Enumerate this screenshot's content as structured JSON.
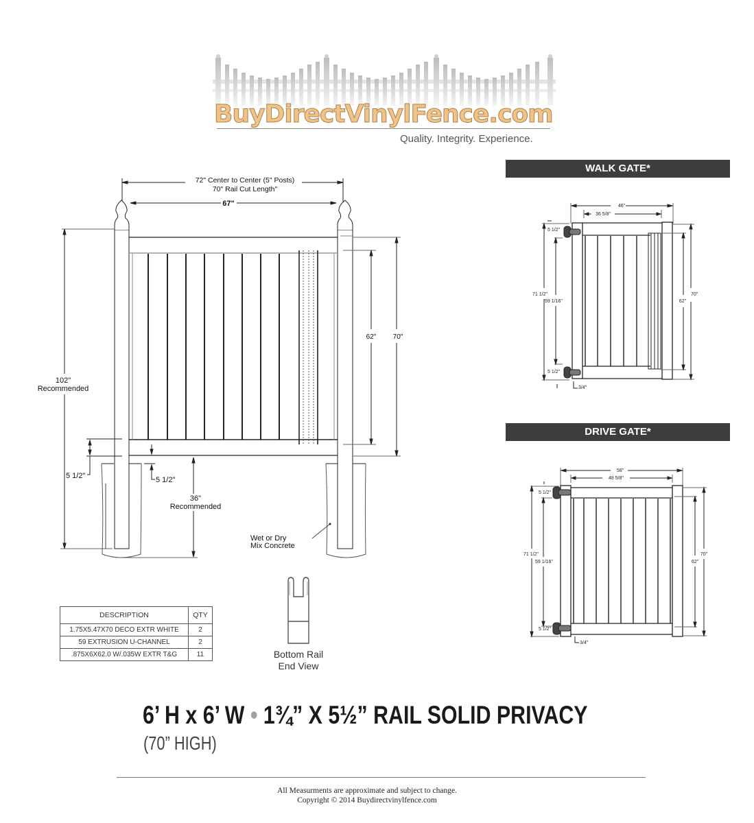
{
  "logo": {
    "brand": "BuyDirectVinylFence.com",
    "tagline": "Quality. Integrity. Experience."
  },
  "main_panel": {
    "center_to_center": "72\" Center to Center (5\" Posts)",
    "rail_cut_length": "70\" Rail Cut Length\"",
    "inner_width": "67\"",
    "post_height": "102\"",
    "post_height_note": "Recommended",
    "infill_height": "62\"",
    "panel_height": "70\"",
    "ground_gap": "5 1/2\"",
    "bottom_rail_gap": "5 1/2\"",
    "bury_depth": "36\"",
    "bury_depth_note": "Recommended",
    "concrete_label_line1": "Wet or Dry",
    "concrete_label_line2": "Mix Concrete"
  },
  "walk_gate": {
    "header": "WALK GATE*",
    "overall_width": "46\"",
    "inner_width": "36 5/8\"",
    "top_hinge_offset": "5 1/2\"",
    "bottom_hinge_offset": "5 1/2\"",
    "overall_height": "71 1/2\"",
    "hinge_span": "59 1/16\"",
    "panel_height": "70\"",
    "infill_height": "62\"",
    "ground_gap": "3/4\""
  },
  "drive_gate": {
    "header": "DRIVE GATE*",
    "overall_width": "58\"",
    "inner_width": "48 5/8\"",
    "top_hinge_offset": "5 1/2\"",
    "bottom_hinge_offset": "5 1/2\"",
    "overall_height": "71 1/2\"",
    "hinge_span": "59 1/16\"",
    "panel_height": "70\"",
    "infill_height": "62\"",
    "ground_gap": "3/4\""
  },
  "parts_table": {
    "headers": {
      "description": "DESCRIPTION",
      "qty": "QTY"
    },
    "rows": [
      {
        "description": "1.75X5.47X70 DECO EXTR WHITE",
        "qty": "2"
      },
      {
        "description": "59 EXTRUSION U-CHANNEL",
        "qty": "2"
      },
      {
        "description": ".875X6X62.0 W/.035W EXTR T&G",
        "qty": "11"
      }
    ]
  },
  "end_view": {
    "line1": "Bottom Rail",
    "line2": "End View"
  },
  "product": {
    "title_part1": "6’ H x 6’ W",
    "separator": "•",
    "title_part2": "1¾” X 5½” RAIL SOLID PRIVACY",
    "subtitle": "(70” HIGH)"
  },
  "footer": {
    "disclaimer": "All Measurments are approximate and subject to change.",
    "copyright": "Copyright © 2014 Buydirectvinylfence.com"
  }
}
